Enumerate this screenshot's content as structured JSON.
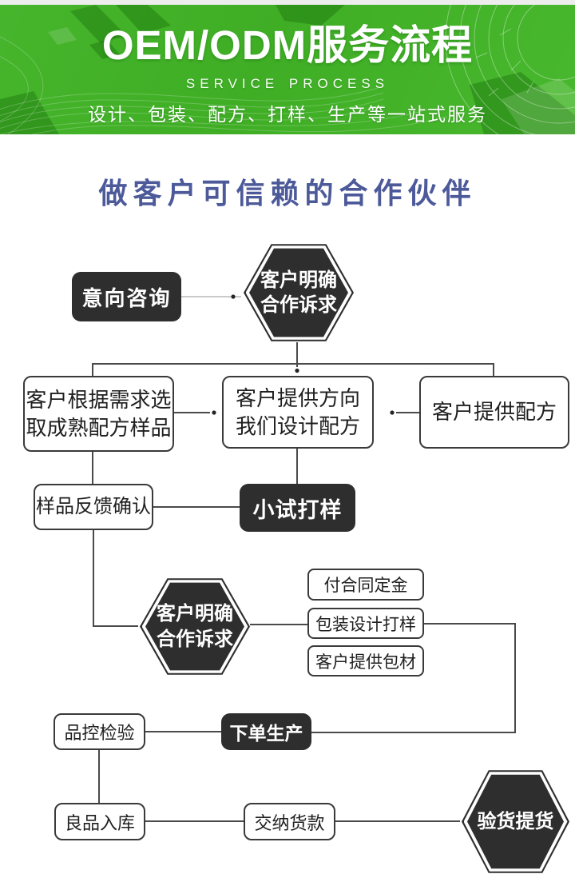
{
  "banner": {
    "title": "OEM/ODM服务流程",
    "subtitle": "Service Process",
    "tagline": "设计、包装、配方、打样、生产等一站式服务",
    "background_green": "#3fae25",
    "ribbon_dark_green": "#2a8f15"
  },
  "heading": {
    "text": "做客户可信赖的合作伙伴",
    "color": "#4d5a9a"
  },
  "flowchart": {
    "colors": {
      "dark_node": "#2e2e2e",
      "box_border": "#3a3a3a",
      "connector_line": "#4a4a4a"
    },
    "nodes": {
      "intent": {
        "label": "意向咨询"
      },
      "hex_top": {
        "label": "客户明确\n合作诉求"
      },
      "select_sample": {
        "label": "客户根据需求选\n取成熟配方样品"
      },
      "design_direction": {
        "label": "客户提供方向\n我们设计配方"
      },
      "provide_formula": {
        "label": "客户提供配方"
      },
      "sample_feedback": {
        "label": "样品反馈确认"
      },
      "trial_sample": {
        "label": "小试打样"
      },
      "hex_mid": {
        "label": "客户明确\n合作诉求"
      },
      "deposit": {
        "label": "付合同定金"
      },
      "package_design": {
        "label": "包装设计打样"
      },
      "package_supply": {
        "label": "客户提供包材"
      },
      "quality_check": {
        "label": "品控检验"
      },
      "production": {
        "label": "下单生产"
      },
      "warehouse": {
        "label": "良品入库"
      },
      "payment": {
        "label": "交纳货款"
      },
      "hex_pickup": {
        "label": "验货提货"
      }
    }
  }
}
